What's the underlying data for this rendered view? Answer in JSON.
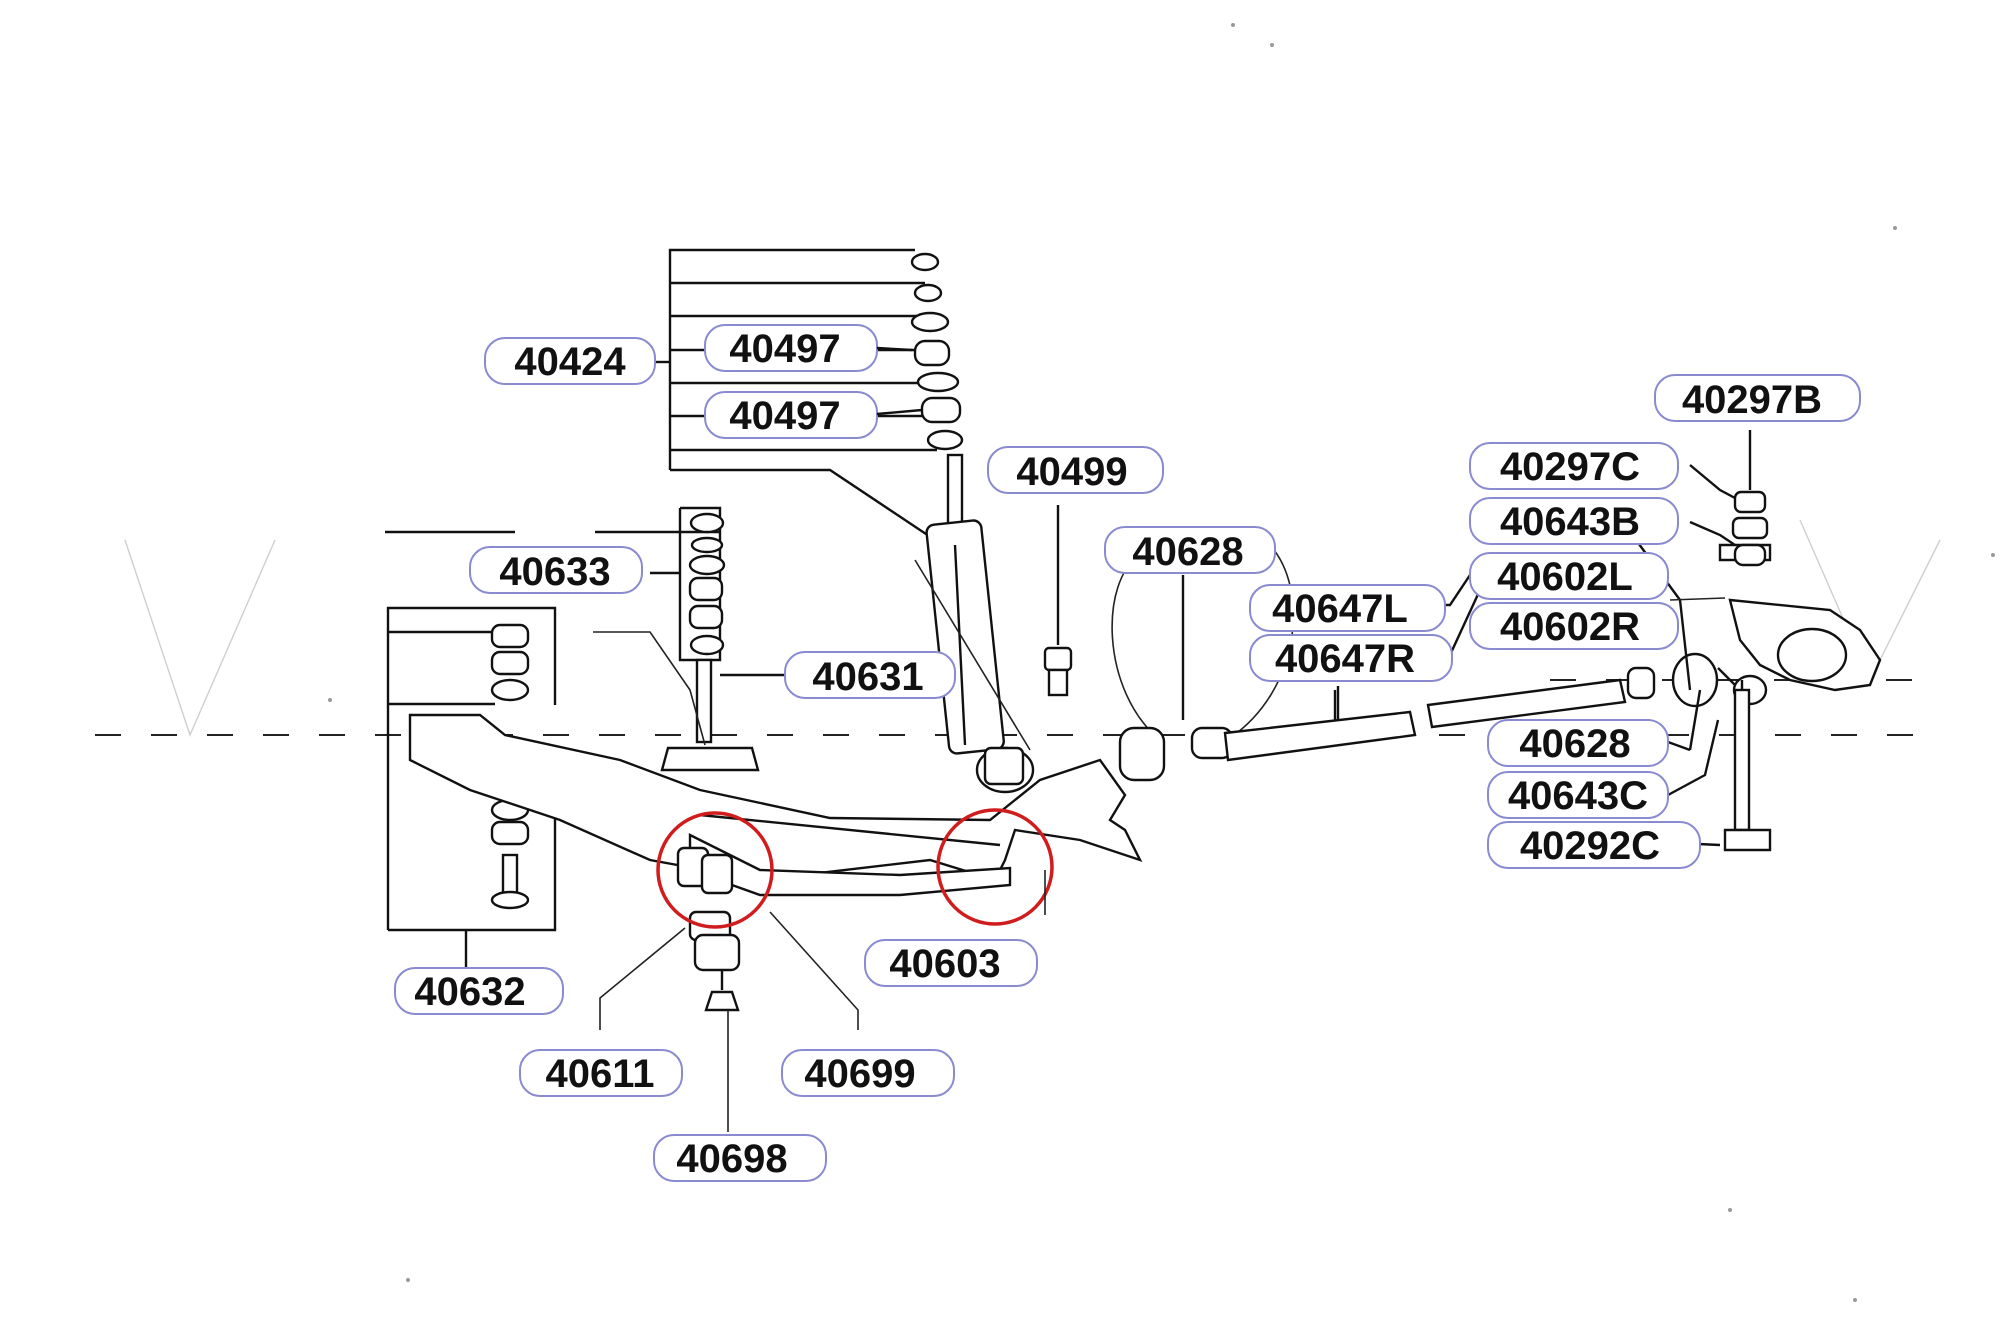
{
  "diagram": {
    "part_labels": {
      "p40424": "40424",
      "p40497a": "40497",
      "p40497b": "40497",
      "p40499": "40499",
      "p40633": "40633",
      "p40631": "40631",
      "p40632": "40632",
      "p40611": "40611",
      "p40699": "40699",
      "p40698": "40698",
      "p40603": "40603",
      "p40628a": "40628",
      "p40647L": "40647L",
      "p40647R": "40647R",
      "p40297B": "40297B",
      "p40297C": "40297C",
      "p40643B": "40643B",
      "p40602L": "40602L",
      "p40602R": "40602R",
      "p40628b": "40628",
      "p40643C": "40643C",
      "p40292C": "40292C"
    },
    "colors": {
      "highlight_circle": "#d01c1c",
      "label_outline": "#8a8ad0",
      "linework": "#111111"
    }
  }
}
